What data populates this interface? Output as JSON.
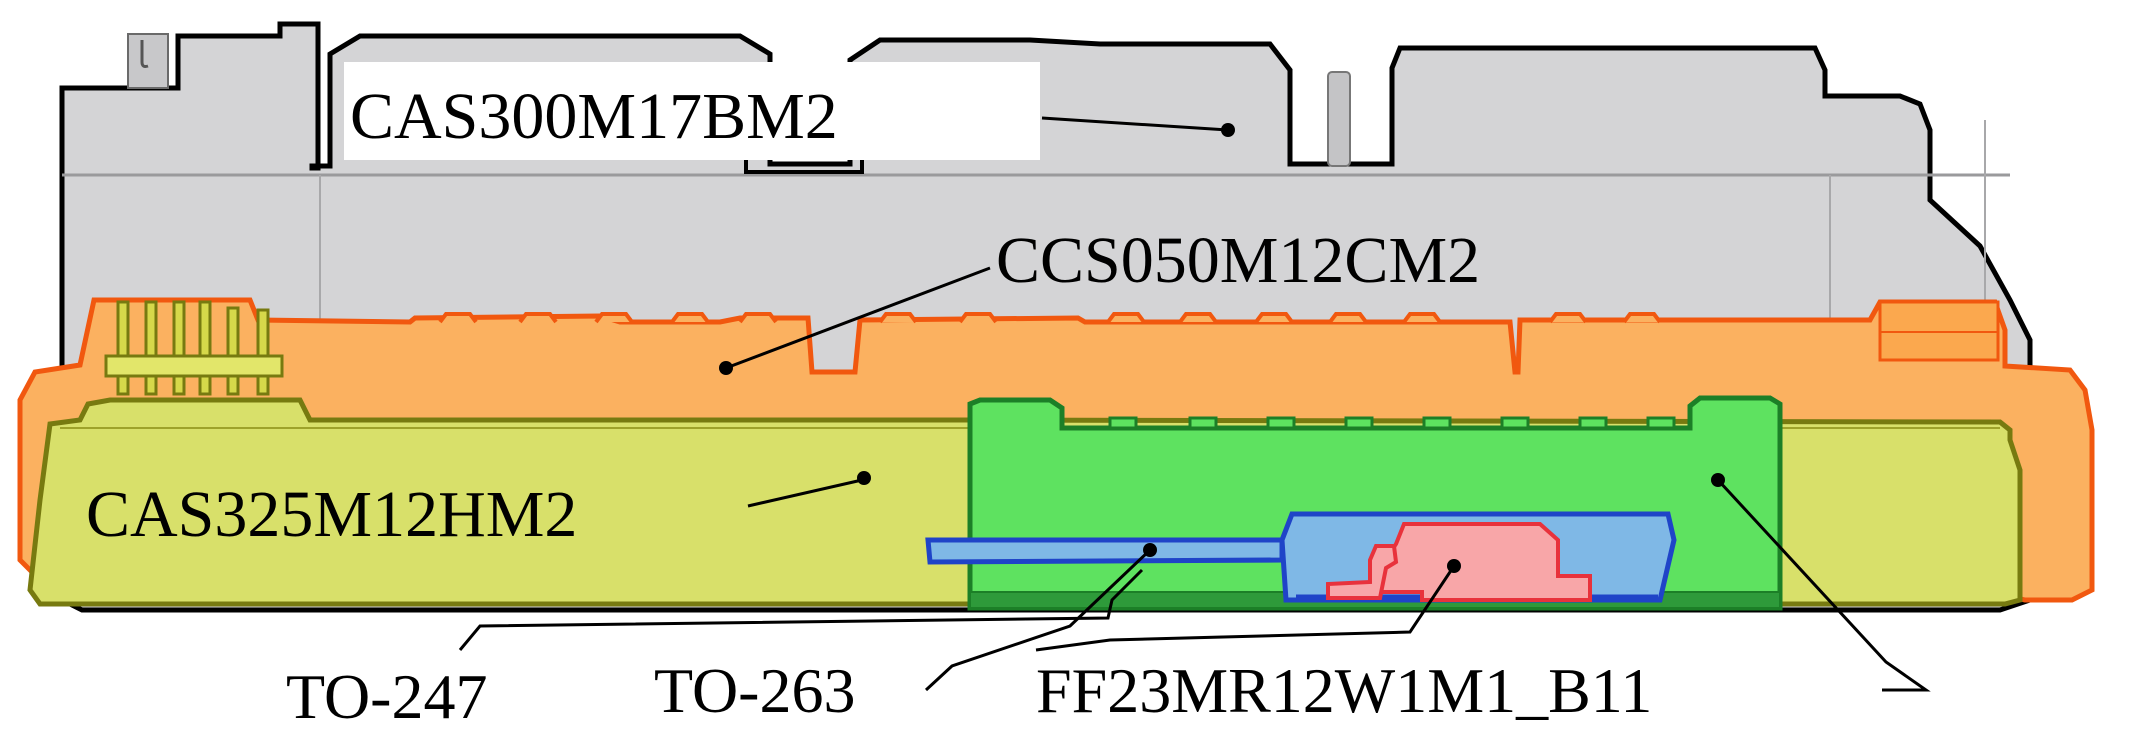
{
  "labels": {
    "cas300": "CAS300M17BM2",
    "ccs050": "CCS050M12CM2",
    "cas325": "CAS325M12HM2",
    "to247": "TO-247",
    "to263": "TO-263",
    "ff23": "FF23MR12W1M1_B11"
  },
  "colors": {
    "cas300_fill": "#d4d4d6",
    "cas300_stroke": "#000000",
    "ccs050_fill": "#fbb160",
    "ccs050_stroke": "#f1580f",
    "cas325_fill": "#d8e06a",
    "cas325_stroke": "#777a10",
    "ff23_fill": "#5ee260",
    "ff23_stroke": "#1c7f27",
    "to247_fill": "#7fb8e6",
    "to247_stroke": "#1f44c8",
    "to263_fill": "#f8a6a8",
    "to263_stroke": "#e8323c"
  }
}
